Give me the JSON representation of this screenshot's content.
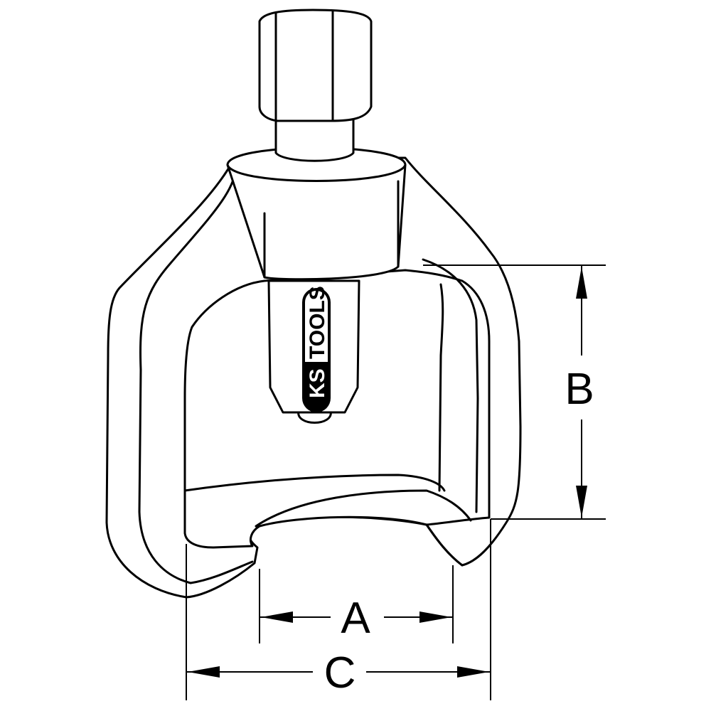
{
  "drawing": {
    "labels": {
      "a": "A",
      "b": "B",
      "c": "C"
    },
    "logo": {
      "part1": "KS",
      "part2": "TOOLS"
    },
    "colors": {
      "line": "#000000",
      "background": "#ffffff"
    }
  }
}
